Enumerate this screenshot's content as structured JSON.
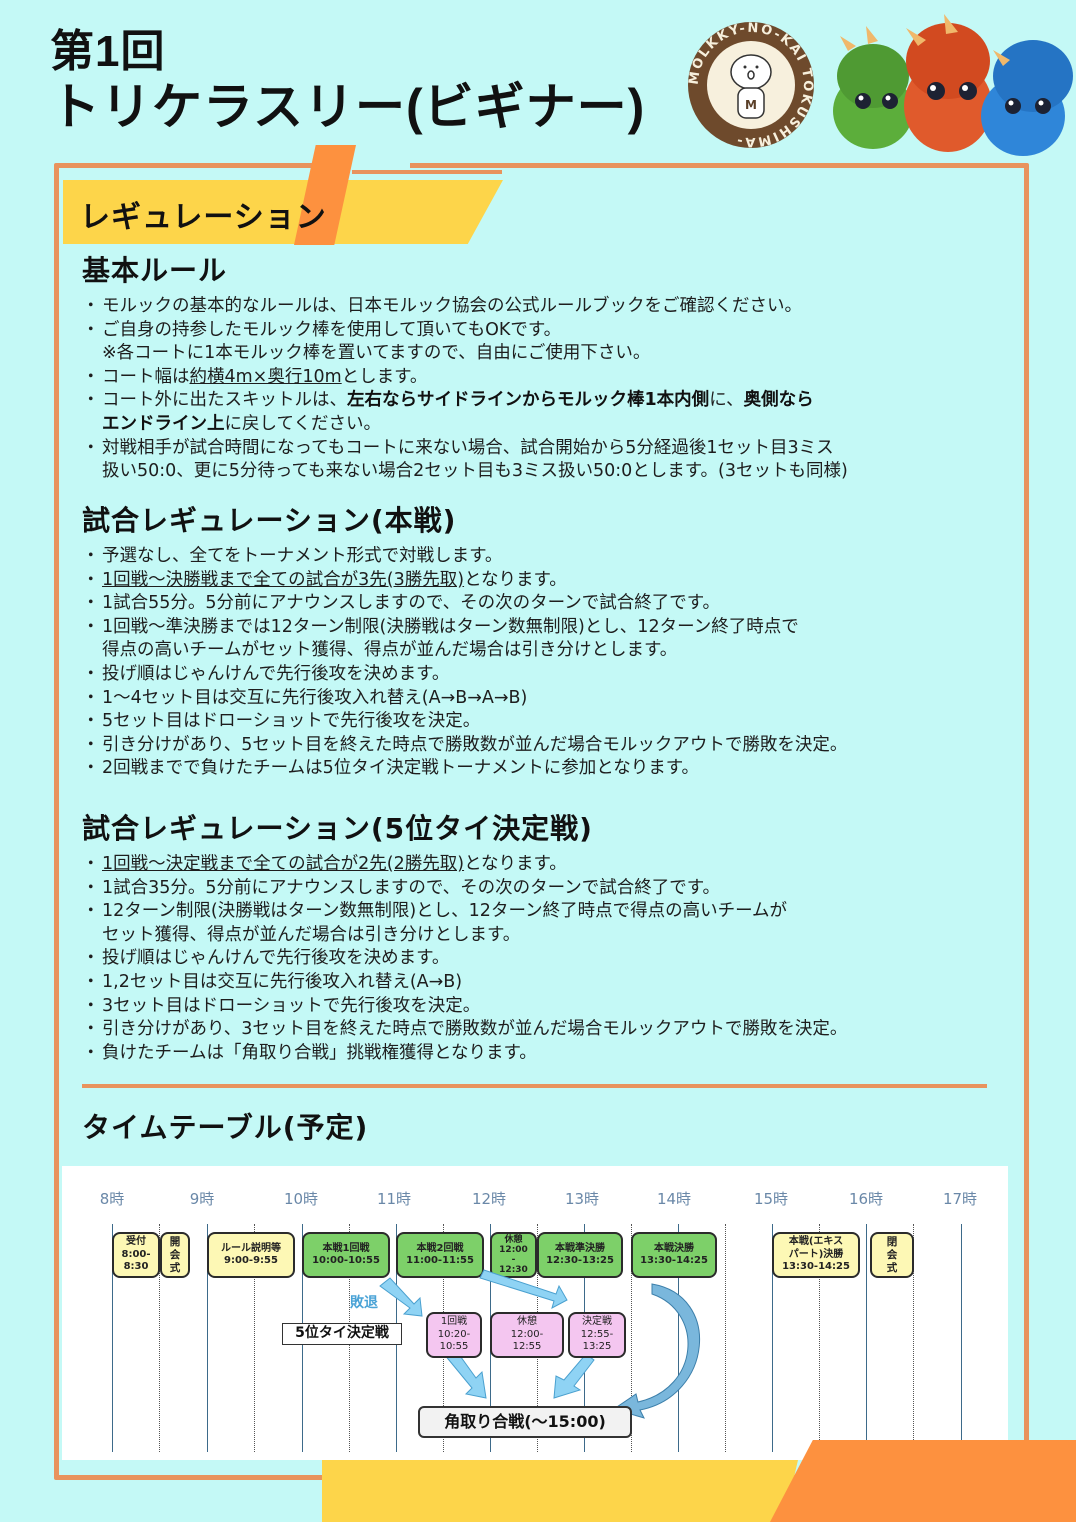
{
  "header": {
    "title_line1": "第1回",
    "title_line2": "トリケラスリー(ビギナー)",
    "logo_text": "MOLKKY-NO-KAI TOKUSHIMA",
    "logo_letter": "M"
  },
  "colors": {
    "background": "#c4f9f6",
    "frame": "#e8935d",
    "banner_yellow": "#fdd54a",
    "banner_orange": "#fd913f",
    "block_yellow": "#fdf8b5",
    "block_green": "#7dd069",
    "block_pink": "#f4c6f0",
    "arrow_blue": "#8fd3f4"
  },
  "banner": {
    "label": "レギュレーション"
  },
  "basic_rules": {
    "heading": "基本ルール",
    "items": [
      {
        "text": "モルックの基本的なルールは、日本モルック協会の公式ルールブックをご確認ください。"
      },
      {
        "text": "ご自身の持参したモルック棒を使用して頂いてもOKです。"
      },
      {
        "text": "※各コートに1本モルック棒を置いてますので、自由にご使用下さい。",
        "continuation": true
      },
      {
        "pre": "コート幅は",
        "underline": "約横4m×奥行10m",
        "post": "とします。"
      },
      {
        "pre": "コート外に出たスキットルは、",
        "bold1": "左右ならサイドラインからモルック棒1本内側",
        "mid": "に、",
        "bold2": "奥側なら"
      },
      {
        "bold": "エンドライン上",
        "post": "に戻してください。",
        "continuation": true
      },
      {
        "text": "対戦相手が試合時間になってもコートに来ない場合、試合開始から5分経過後1セット目3ミス"
      },
      {
        "text": "扱い50:0、更に5分待っても来ない場合2セット目も3ミス扱い50:0とします。(3セットも同様)",
        "continuation": true
      }
    ]
  },
  "main_regulation": {
    "heading": "試合レギュレーション(本戦)",
    "items": [
      {
        "text": "予選なし、全てをトーナメント形式で対戦します。"
      },
      {
        "underline": "1回戦～決勝戦まで全ての試合が3先(3勝先取)",
        "post": "となります。"
      },
      {
        "text": "1試合55分。5分前にアナウンスしますので、その次のターンで試合終了です。"
      },
      {
        "text": "1回戦～準決勝までは12ターン制限(決勝戦はターン数無制限)とし、12ターン終了時点で"
      },
      {
        "text": "得点の高いチームがセット獲得、得点が並んだ場合は引き分けとします。",
        "continuation": true
      },
      {
        "text": "投げ順はじゃんけんで先行後攻を決めます。"
      },
      {
        "text": "1～4セット目は交互に先行後攻入れ替え(A→B→A→B)"
      },
      {
        "text": "5セット目はドローショットで先行後攻を決定。"
      },
      {
        "text": "引き分けがあり、5セット目を終えた時点で勝敗数が並んだ場合モルックアウトで勝敗を決定。"
      },
      {
        "text": "2回戦までで負けたチームは5位タイ決定戦トーナメントに参加となります。"
      }
    ]
  },
  "tie_regulation": {
    "heading": "試合レギュレーション(5位タイ決定戦)",
    "items": [
      {
        "underline": "1回戦～決定戦まで全ての試合が2先(2勝先取)",
        "post": "となります。"
      },
      {
        "text": "1試合35分。5分前にアナウンスしますので、その次のターンで試合終了です。"
      },
      {
        "text": "12ターン制限(決勝戦はターン数無制限)とし、12ターン終了時点で得点の高いチームが"
      },
      {
        "text": "セット獲得、得点が並んだ場合は引き分けとします。",
        "continuation": true
      },
      {
        "text": "投げ順はじゃんけんで先行後攻を決めます。"
      },
      {
        "text": "1,2セット目は交互に先行後攻入れ替え(A→B)"
      },
      {
        "text": "3セット目はドローショットで先行後攻を決定。"
      },
      {
        "text": "引き分けがあり、3セット目を終えた時点で勝敗数が並んだ場合モルックアウトで勝敗を決定。"
      },
      {
        "text": "負けたチームは「角取り合戦」挑戦権獲得となります。"
      }
    ]
  },
  "timetable": {
    "heading": "タイムテーブル(予定)",
    "hours": [
      "8時",
      "9時",
      "10時",
      "11時",
      "12時",
      "13時",
      "14時",
      "15時",
      "16時",
      "17時"
    ],
    "main_blocks": [
      {
        "label": "受付\n8:00-\n8:30",
        "color": "yellow"
      },
      {
        "label": "開\n会\n式",
        "color": "yellow"
      },
      {
        "label": "ルール説明等\n9:00-9:55",
        "color": "yellow"
      },
      {
        "label": "本戦1回戦\n10:00-10:55",
        "color": "green"
      },
      {
        "label": "本戦2回戦\n11:00-11:55",
        "color": "green"
      },
      {
        "label": "休憩\n12:00\n-\n12:30",
        "color": "green"
      },
      {
        "label": "本戦準決勝\n12:30-13:25",
        "color": "green"
      },
      {
        "label": "本戦決勝\n13:30-14:25",
        "color": "green"
      },
      {
        "label": "本戦(エキス\nパート)決勝\n13:30-14:25",
        "color": "yellow"
      },
      {
        "label": "閉\n会\n式",
        "color": "yellow"
      }
    ],
    "defeat_label": "敗退",
    "tie_label": "5位タイ決定戦",
    "tie_blocks": [
      {
        "label": "1回戦\n10:20-\n10:55",
        "color": "pink"
      },
      {
        "label": "休憩\n12:00-\n12:55",
        "color": "pink"
      },
      {
        "label": "決定戦\n12:55-\n13:25",
        "color": "pink"
      }
    ],
    "final_event": "角取り合戦(～15:00)"
  }
}
